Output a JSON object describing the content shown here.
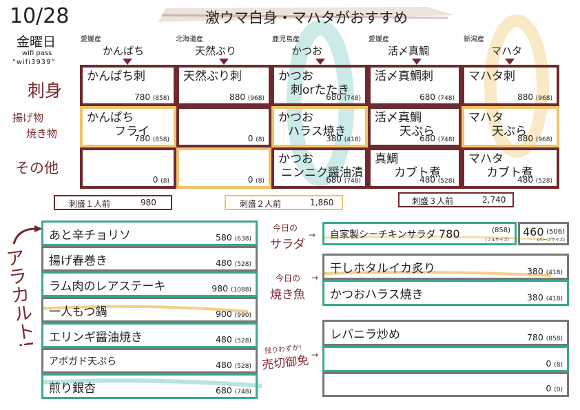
{
  "header": {
    "date": "10/28",
    "weekday": "金曜日",
    "wifi_label": "wifi pass",
    "wifi_pass": "“wifi3939”",
    "headline": "激ウマ白身・マハタがおすすめ"
  },
  "columns": [
    {
      "origin": "愛媛産",
      "fish": "かんぱち"
    },
    {
      "origin": "北海道産",
      "fish": "天然ぶり"
    },
    {
      "origin": "鹿児島産",
      "fish": "かつお"
    },
    {
      "origin": "愛媛産",
      "fish": "活〆真鯛"
    },
    {
      "origin": "新潟産",
      "fish": "マハタ"
    }
  ],
  "row_labels": {
    "sashimi": "刺身",
    "fried_1": "揚げ物",
    "fried_2": "焼き物",
    "other": "その他"
  },
  "grid": {
    "sashimi": [
      {
        "name1": "かんぱち刺",
        "name2": "",
        "price": "780",
        "tax": "(858)"
      },
      {
        "name1": "天然ぶり刺",
        "name2": "",
        "price": "880",
        "tax": "(968)"
      },
      {
        "name1": "かつお",
        "name2": "刺orたたき",
        "price": "680",
        "tax": "(748)"
      },
      {
        "name1": "活〆真鯛刺",
        "name2": "",
        "price": "680",
        "tax": "(748)"
      },
      {
        "name1": "マハタ刺",
        "name2": "",
        "price": "880",
        "tax": "(968)"
      }
    ],
    "fried": [
      {
        "name1": "かんぱち",
        "name2": "フライ",
        "price": "780",
        "tax": "(858)"
      },
      {
        "name1": "",
        "name2": "",
        "price": "0",
        "tax": "(8)"
      },
      {
        "name1": "かつお",
        "name2": "ハラス焼き",
        "price": "380",
        "tax": "(418)"
      },
      {
        "name1": "活〆真鯛",
        "name2": "天ぷら",
        "price": "680",
        "tax": "(748)"
      },
      {
        "name1": "マハタ",
        "name2": "天ぷら",
        "price": "880",
        "tax": "(968)"
      }
    ],
    "other": [
      {
        "name1": "",
        "name2": "",
        "price": "0",
        "tax": "(8)"
      },
      {
        "name1": "",
        "name2": "",
        "price": "0",
        "tax": "(8)"
      },
      {
        "name1": "かつお",
        "name2": "ニンニク醤油漬",
        "price": "680",
        "tax": "(748)"
      },
      {
        "name1": "真鯛",
        "name2": "カブト煮",
        "price": "480",
        "tax": "(528)"
      },
      {
        "name1": "マハタ",
        "name2": "カブト煮",
        "price": "480",
        "tax": "(528)"
      }
    ]
  },
  "platters": [
    {
      "label": "刺盛１人前",
      "price": "980"
    },
    {
      "label": "刺盛２人前",
      "price": "1,860"
    },
    {
      "label": "刺盛３人前",
      "price": "2,740"
    }
  ],
  "alacarte": {
    "title": "アラカルト!",
    "items": [
      {
        "name": "あと辛チョリソ",
        "price": "580",
        "tax": "(638)"
      },
      {
        "name": "揚げ春巻き",
        "price": "480",
        "tax": "(528)"
      },
      {
        "name": "ラム肉のレアステーキ",
        "price": "980",
        "tax": "(1088)"
      },
      {
        "name": "一人もつ鍋",
        "price": "900",
        "tax": "(990)"
      },
      {
        "name": "エリンギ醤油焼き",
        "price": "480",
        "tax": "(528)"
      },
      {
        "name": "アボガド天ぷら",
        "price": "480",
        "tax": "(528)"
      },
      {
        "name": "煎り銀杏",
        "price": "680",
        "tax": "(748)"
      }
    ]
  },
  "salad": {
    "label1": "今日の",
    "label2": "サラダ",
    "name": "自家製シーチキンサラダ",
    "price": "780",
    "tax": "(858)",
    "size_full": "(フルサイズ)",
    "half_price": "460",
    "half_tax": "(506)",
    "size_half": "(ハーフサイズ)"
  },
  "grilled_fish": {
    "label1": "今日の",
    "label2": "焼き魚",
    "items": [
      {
        "name": "干しホタルイカ炙り",
        "price": "380",
        "tax": "(418)"
      },
      {
        "name": "かつおハラス焼き",
        "price": "380",
        "tax": "(418)"
      }
    ]
  },
  "sold_out": {
    "label1": "残りわずか!",
    "label2": "売切御免",
    "items": [
      {
        "name": "レバニラ炒め",
        "price": "780",
        "tax": "(858)"
      },
      {
        "name": "",
        "price": "0",
        "tax": "(8)"
      },
      {
        "name": "",
        "price": "0",
        "tax": "(0)"
      }
    ]
  },
  "colors": {
    "maroon": "#6e2a2e",
    "orange": "#f0c36d",
    "green": "#3aa88f",
    "gray": "#777777",
    "teal_brush": "#a8dcd9"
  }
}
